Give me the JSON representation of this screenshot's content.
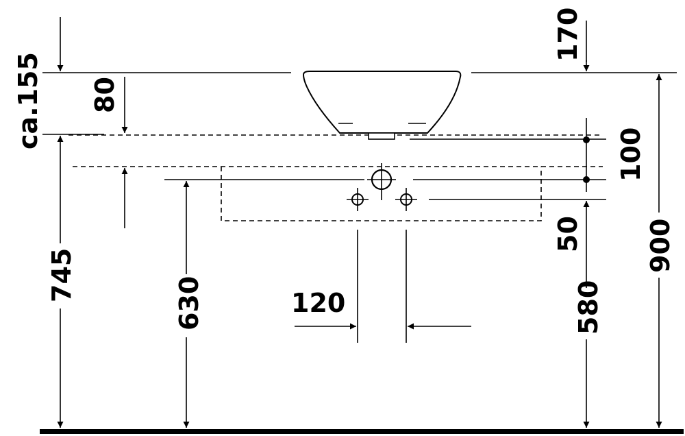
{
  "dimensions": {
    "d170": "170",
    "d_ca155": "ca.155",
    "d80": "80",
    "d100": "100",
    "d50": "50",
    "d745": "745",
    "d630": "630",
    "d120": "120",
    "d580": "580",
    "d900": "900"
  },
  "colors": {
    "ink": "#000000",
    "background": "#ffffff"
  }
}
